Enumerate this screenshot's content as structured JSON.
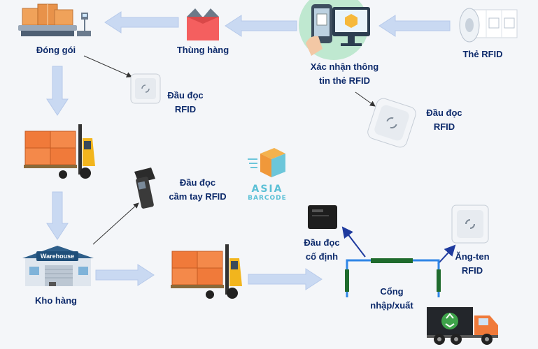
{
  "labels": {
    "packing": "Đóng gói",
    "carton": "Thùng hàng",
    "verify": "Xác nhận thông\ntin thẻ RFID",
    "tag": "Thẻ RFID",
    "reader_1": "Đầu đọc\nRFID",
    "reader_2": "Đầu đọc\nRFID",
    "handheld": "Đầu đọc\ncầm tay RFID",
    "fixed_reader": "Đầu đọc\ncố định",
    "antenna": "Ăng-ten\nRFID",
    "warehouse": "Kho hàng",
    "gate": "Cổng\nnhập/xuất"
  },
  "warehouse_sign": "Warehouse",
  "logo": {
    "line1": "ASIA",
    "line2": "BARCODE"
  },
  "colors": {
    "label_text": "#0d2a6b",
    "flow_arrow": "#c9d9f2",
    "pointer_line": "#333333",
    "gate_frame": "#2f86e6",
    "gate_door": "#1f6b2d",
    "gate_pointer": "#1e3a9e",
    "box_orange": "#f07a3a",
    "forklift_yellow": "#f2b51d",
    "logo_teal": "#5bc0d6"
  },
  "icons": [
    "scale-boxes-icon",
    "carton-box-icon",
    "phone-scanner-monitor-icon",
    "rfid-tag-roll-icon",
    "rfid-reader-icon",
    "forklift-pallet-icon",
    "handheld-scanner-icon",
    "warehouse-building-icon",
    "fixed-reader-icon",
    "rfid-antenna-icon",
    "delivery-truck-icon",
    "asia-barcode-logo"
  ]
}
